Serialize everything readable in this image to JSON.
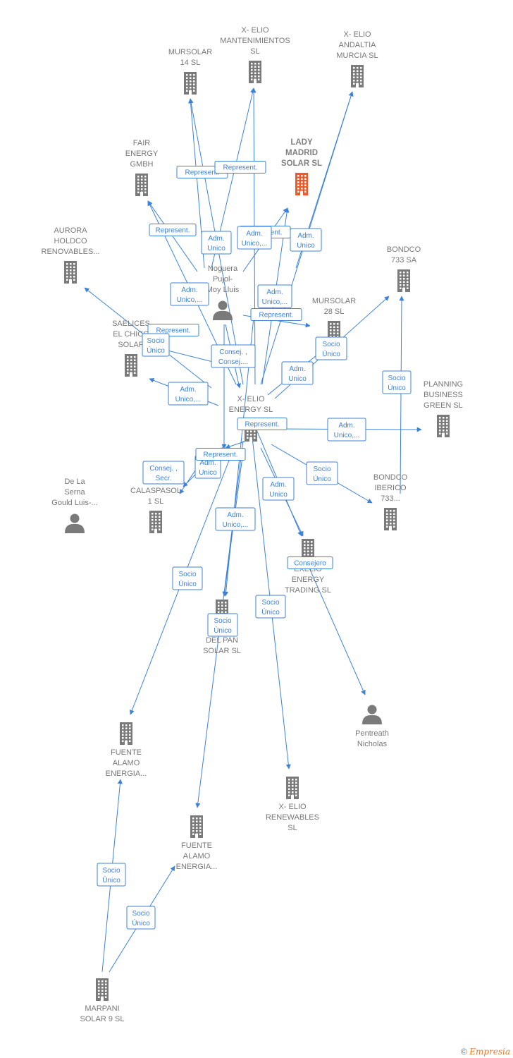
{
  "colors": {
    "edge": "#3d82d6",
    "node": "#7a7a7a",
    "focus": "#f05a28"
  },
  "nodes": [
    {
      "id": "mursolar14",
      "type": "company",
      "label": [
        "MURSOLAR",
        "14 SL"
      ]
    },
    {
      "id": "xelio_mant",
      "type": "company",
      "label": [
        "X- ELIO",
        "MANTENIMIENTOS",
        "SL"
      ]
    },
    {
      "id": "xelio_andaltia",
      "type": "company",
      "label": [
        "X- ELIO",
        "ANDALTIA",
        "MURCIA  SL"
      ]
    },
    {
      "id": "fair",
      "type": "company",
      "label": [
        "FAIR",
        "ENERGY",
        "GMBH"
      ]
    },
    {
      "id": "lady",
      "type": "company",
      "focus": true,
      "label": [
        "LADY",
        "MADRID",
        "SOLAR  SL"
      ]
    },
    {
      "id": "aurora",
      "type": "company",
      "label": [
        "AURORA",
        "HOLDCO",
        "RENOVABLES..."
      ]
    },
    {
      "id": "bondco733",
      "type": "company",
      "label": [
        "BONDCO",
        "733 SA"
      ]
    },
    {
      "id": "noguera",
      "type": "person",
      "label": [
        "Noguera",
        "Pujol-",
        "Moy Lluis"
      ]
    },
    {
      "id": "mursolar28",
      "type": "company",
      "label": [
        "MURSOLAR",
        "28 SL"
      ]
    },
    {
      "id": "saelices",
      "type": "company",
      "label": [
        "SAELICES",
        "EL CHICO",
        "SOLAR"
      ]
    },
    {
      "id": "planning",
      "type": "company",
      "label": [
        "PLANNING",
        "BUSINESS",
        "GREEN  SL"
      ]
    },
    {
      "id": "xelio_energy",
      "type": "company",
      "label": [
        "X- ELIO",
        "ENERGY  SL"
      ]
    },
    {
      "id": "delaserna",
      "type": "person",
      "label": [
        "De La",
        "Serna",
        "Gould Luis-..."
      ]
    },
    {
      "id": "calaspasol",
      "type": "company",
      "label": [
        "CALASPASOL",
        "1  SL"
      ]
    },
    {
      "id": "bondco_iberico",
      "type": "company",
      "label": [
        "BONDCO",
        "IBERICO",
        "733..."
      ]
    },
    {
      "id": "exelio",
      "type": "company",
      "label": [
        "EXELIO",
        "ENERGY",
        "TRADING  SL"
      ]
    },
    {
      "id": "mdelpan",
      "type": "company",
      "label": [
        "M...",
        "DEL PAN",
        "SOLAR SL"
      ]
    },
    {
      "id": "pentreath",
      "type": "person",
      "label": [
        "Pentreath",
        "Nicholas"
      ]
    },
    {
      "id": "fuente1",
      "type": "company",
      "label": [
        "FUENTE",
        "ALAMO",
        "ENERGIA..."
      ]
    },
    {
      "id": "xelio_ren",
      "type": "company",
      "label": [
        "X- ELIO",
        "RENEWABLES",
        "SL"
      ]
    },
    {
      "id": "fuente2",
      "type": "company",
      "label": [
        "FUENTE",
        "ALAMO",
        "ENERGIA..."
      ]
    },
    {
      "id": "marpani",
      "type": "company",
      "label": [
        "MARPANI",
        "SOLAR 9  SL"
      ]
    }
  ],
  "edge_labels": [
    [
      "Represent."
    ],
    [
      "Represent."
    ],
    [
      "Represent."
    ],
    [
      "Adm.",
      "Unico"
    ],
    [
      "Represent."
    ],
    [
      "Adm.",
      "Unico,..."
    ],
    [
      "Adm.",
      "Unico"
    ],
    [
      "Adm.",
      "Unico,..."
    ],
    [
      "Adm.",
      "Unico,..."
    ],
    [
      "Represent."
    ],
    [
      "Represent."
    ],
    [
      "Socio",
      "Único"
    ],
    [
      "Socio",
      "Único"
    ],
    [
      "Consej. ,",
      "Consej...."
    ],
    [
      "Adm.",
      "Unico"
    ],
    [
      "Socio",
      "Único"
    ],
    [
      "Adm.",
      "Unico,..."
    ],
    [
      "Represent."
    ],
    [
      "Adm.",
      "Unico,..."
    ],
    [
      "Consej. ,",
      "Secr."
    ],
    [
      "Adm.",
      "Unico"
    ],
    [
      "Represent."
    ],
    [
      "Socio",
      "Único"
    ],
    [
      "Adm.",
      "Unico"
    ],
    [
      "Adm.",
      "Unico,..."
    ],
    [
      "Socio",
      "Único"
    ],
    [
      "Consejero"
    ],
    [
      "Socio",
      "Único"
    ],
    [
      "Socio",
      "Único"
    ],
    [
      "Socio",
      "Único"
    ],
    [
      "Socio",
      "Único"
    ]
  ],
  "footer": {
    "copyright": "©",
    "brand": "Empresia"
  }
}
